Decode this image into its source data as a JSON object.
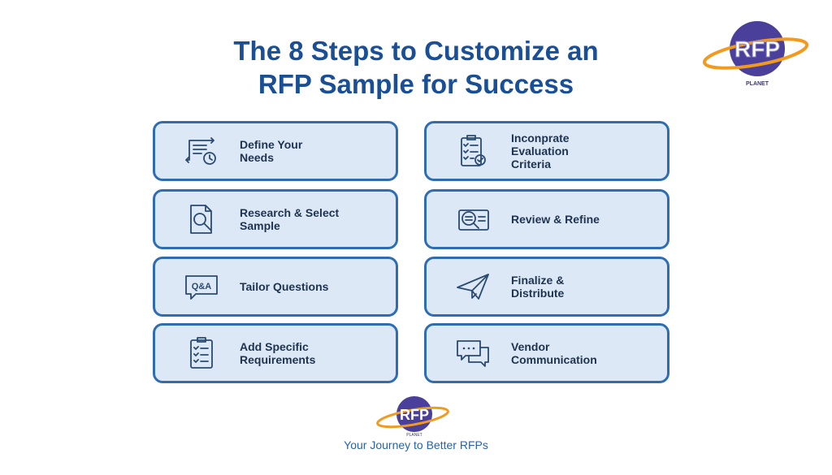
{
  "title": {
    "line1": "The 8 Steps to Customize an",
    "line2": "RFP Sample for Success"
  },
  "logo": {
    "text": "RFP",
    "subtext": "PLANET"
  },
  "steps": [
    {
      "label": "Define Your\nNeeds",
      "icon": "list-clock-icon"
    },
    {
      "label": "Inconprate\nEvaluation\nCriteria",
      "icon": "clipboard-check-icon"
    },
    {
      "label": "Research & Select\nSample",
      "icon": "document-search-icon"
    },
    {
      "label": "Review & Refine",
      "icon": "magnifier-document-icon"
    },
    {
      "label": "Tailor Questions",
      "icon": "qa-bubble-icon"
    },
    {
      "label": "Finalize &\nDistribute",
      "icon": "paper-plane-icon"
    },
    {
      "label": "Add Specific\nRequirements",
      "icon": "checklist-icon"
    },
    {
      "label": "Vendor\nCommunication",
      "icon": "chat-bubbles-icon"
    }
  ],
  "tagline": "Your Journey to Better RFPs",
  "colors": {
    "title": "#1a4f96",
    "border": "#2f6db3",
    "card_bg": "#dce8f5",
    "planet": "#4a3f9a",
    "ring": "#f29a1e"
  }
}
